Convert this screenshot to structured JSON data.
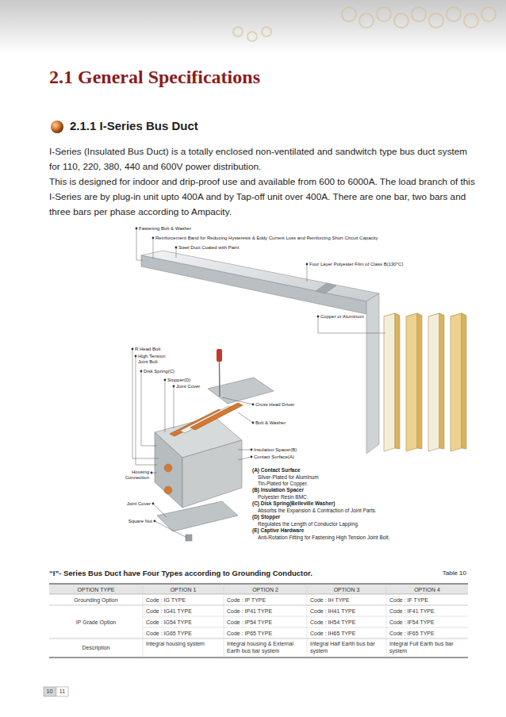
{
  "diagram": {
    "title": "2.1 General Specifications",
    "labels": [
      "2.1.1 I-Series Bus Duct",
      "I-Series (Insulated Bus Duct) is a totally enclosed non-ventilated and sandwitch type bus duct system for 110, 220, 380, 440 and 600V power distribution.",
      "This is designed for indoor and drip-proof use and available from 600 to 6000A. The load branch of this I-Series are by plug-in unit upto 400A and by Tap-off unit over 400A. There are one bar, two bars and three bars per phase according to Ampacity.",
      "Fastening Bolt & Washer",
      "Reinforcement Band for Reducing Hysteresis & Eddy Current Loss and Reinforcing Short Circuit Capacity",
      "Steel Duct Coated with Paint",
      "Four Layer Polyester Film of Class B(130°C)",
      "Copper or Aluminum",
      "R Head Bolt",
      "High Tension Joint Bolt",
      "Disk Spring(C)",
      "Stopper(D)",
      "Joint Cover",
      "Cross Head Driver",
      "Bolt & Washer",
      "Insulation Spacer(B)",
      "Contact Surface(A)",
      "Housing Connection",
      "Joint Cover",
      "Square Nut",
      "(A) Contact Surface",
      "Silver-Plated for Aluminum",
      "Tin-Plated for Copper.",
      "(B) Insulation Spacer",
      "Polyester Resin BMC.",
      "(C) Disk Spring(Belleville Washer)",
      "Absorbs the Expansion & Contraction of Joint Parts.",
      "(D) Stopper",
      "Regulates the Length of Conductor Lapping.",
      "(E) Captive Hardware",
      "Anti-Rotation Fitting for Fastening High Tension Joint Bolt.",
      "“I”- Series Bus Duct have Four Types according to Grounding Conductor.",
      "Table 10",
      "OPTION TYPE",
      "OPTION 1",
      "OPTION 2",
      "OPTION 3",
      "OPTION 4",
      "Grounding Option",
      "Code : IG TYPE",
      "Code : IP TYPE",
      "Code : IH TYPE",
      "Code : IF TYPE",
      "IP Grade Option",
      "Code : IG41 TYPE",
      "Code : IP41 TYPE",
      "Code : IH41 TYPE",
      "Code : IF41 TYPE",
      "Code : IG54 TYPE",
      "Code : IP54 TYPE",
      "Code : IH54 TYPE",
      "Code : IF54 TYPE",
      "Code : IG65 TYPE",
      "Code : IP65 TYPE",
      "Code : IH65 TYPE",
      "Code : IF65 TYPE",
      "Description",
      "Integral housing system",
      "Integral housing & External Earth bus bar system",
      "Integral Half Earth bus bar system",
      "Integral Full Earth bus bar system",
      "10",
      "11"
    ]
  }
}
